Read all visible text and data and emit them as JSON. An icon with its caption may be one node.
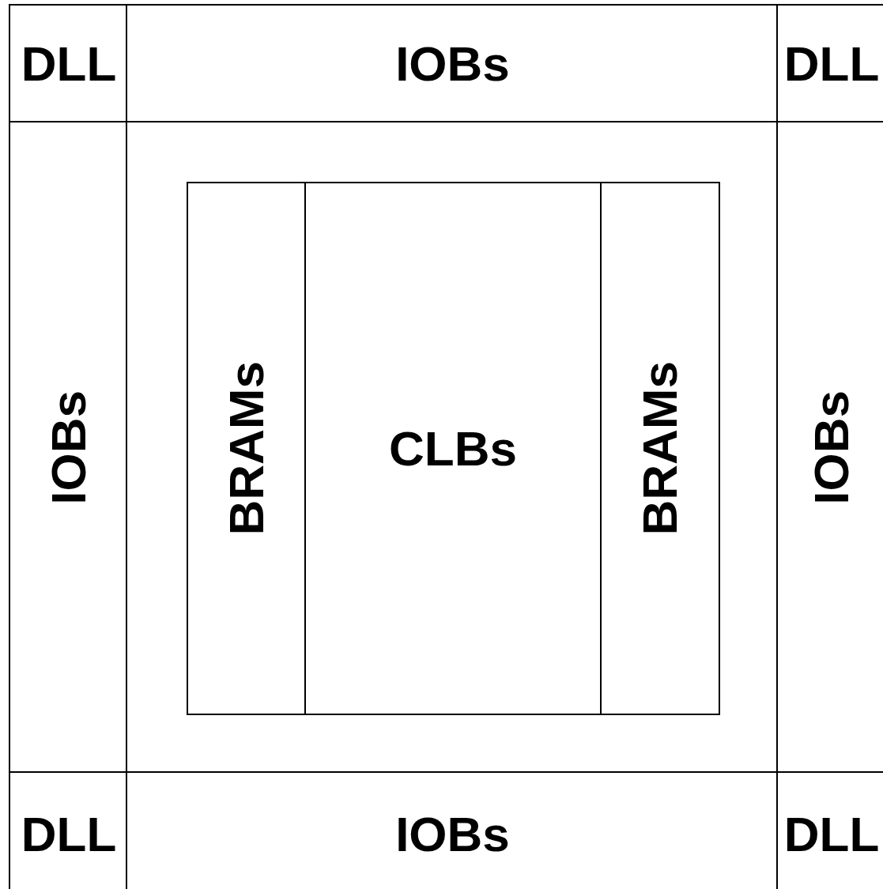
{
  "diagram": {
    "nodes": [
      {
        "text": [
          "DLL"
        ]
      },
      {
        "text": [
          "IOBs"
        ]
      },
      {
        "text": [
          "DLL"
        ]
      },
      {
        "text": [
          "IOBs"
        ]
      },
      {
        "text": [],
        "shape": "box"
      },
      {
        "text": [
          "BRAMs"
        ],
        "in": 4
      },
      {
        "text": [
          "CLBs"
        ],
        "in": 4
      },
      {
        "text": [
          "BRAMs"
        ],
        "in": 4
      },
      {
        "text": [
          "IOBs"
        ]
      },
      {
        "text": [
          "DLL"
        ]
      },
      {
        "text": [
          "IOBs"
        ]
      },
      {
        "text": [
          "DLL"
        ]
      }
    ]
  }
}
